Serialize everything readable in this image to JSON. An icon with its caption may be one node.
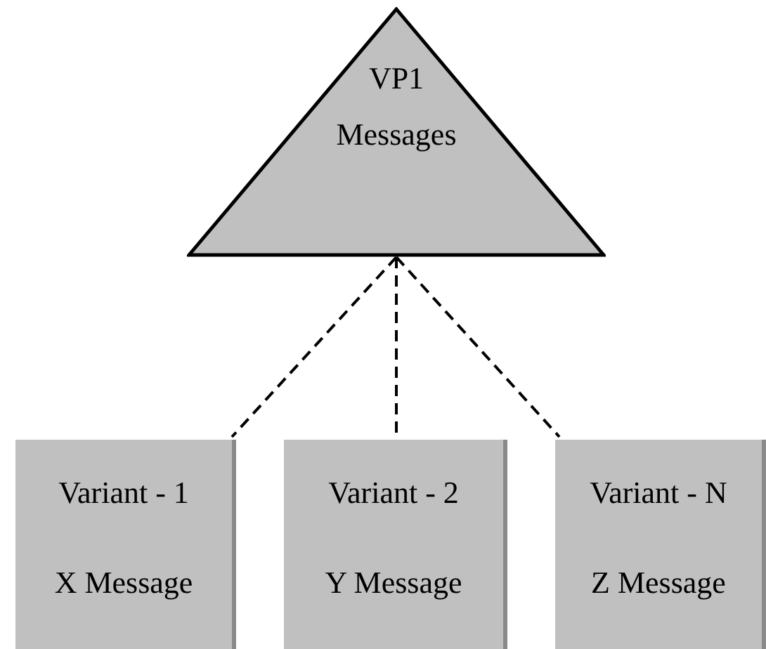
{
  "diagram": {
    "nodes": [
      {
        "text": [
          "VP1",
          "Messages"
        ]
      },
      {
        "text": [
          "Variant - 1",
          "X Message"
        ]
      },
      {
        "text": [
          "Variant - 2",
          "Y Message"
        ]
      },
      {
        "text": [
          "Variant - N",
          "Z Message"
        ]
      }
    ],
    "edges": [
      {
        "from": 0,
        "to": 1,
        "arrow": "none",
        "style": "dashed"
      },
      {
        "from": 0,
        "to": 2,
        "arrow": "none",
        "style": "dashed"
      },
      {
        "from": 0,
        "to": 3,
        "arrow": "none",
        "style": "dashed"
      }
    ]
  }
}
